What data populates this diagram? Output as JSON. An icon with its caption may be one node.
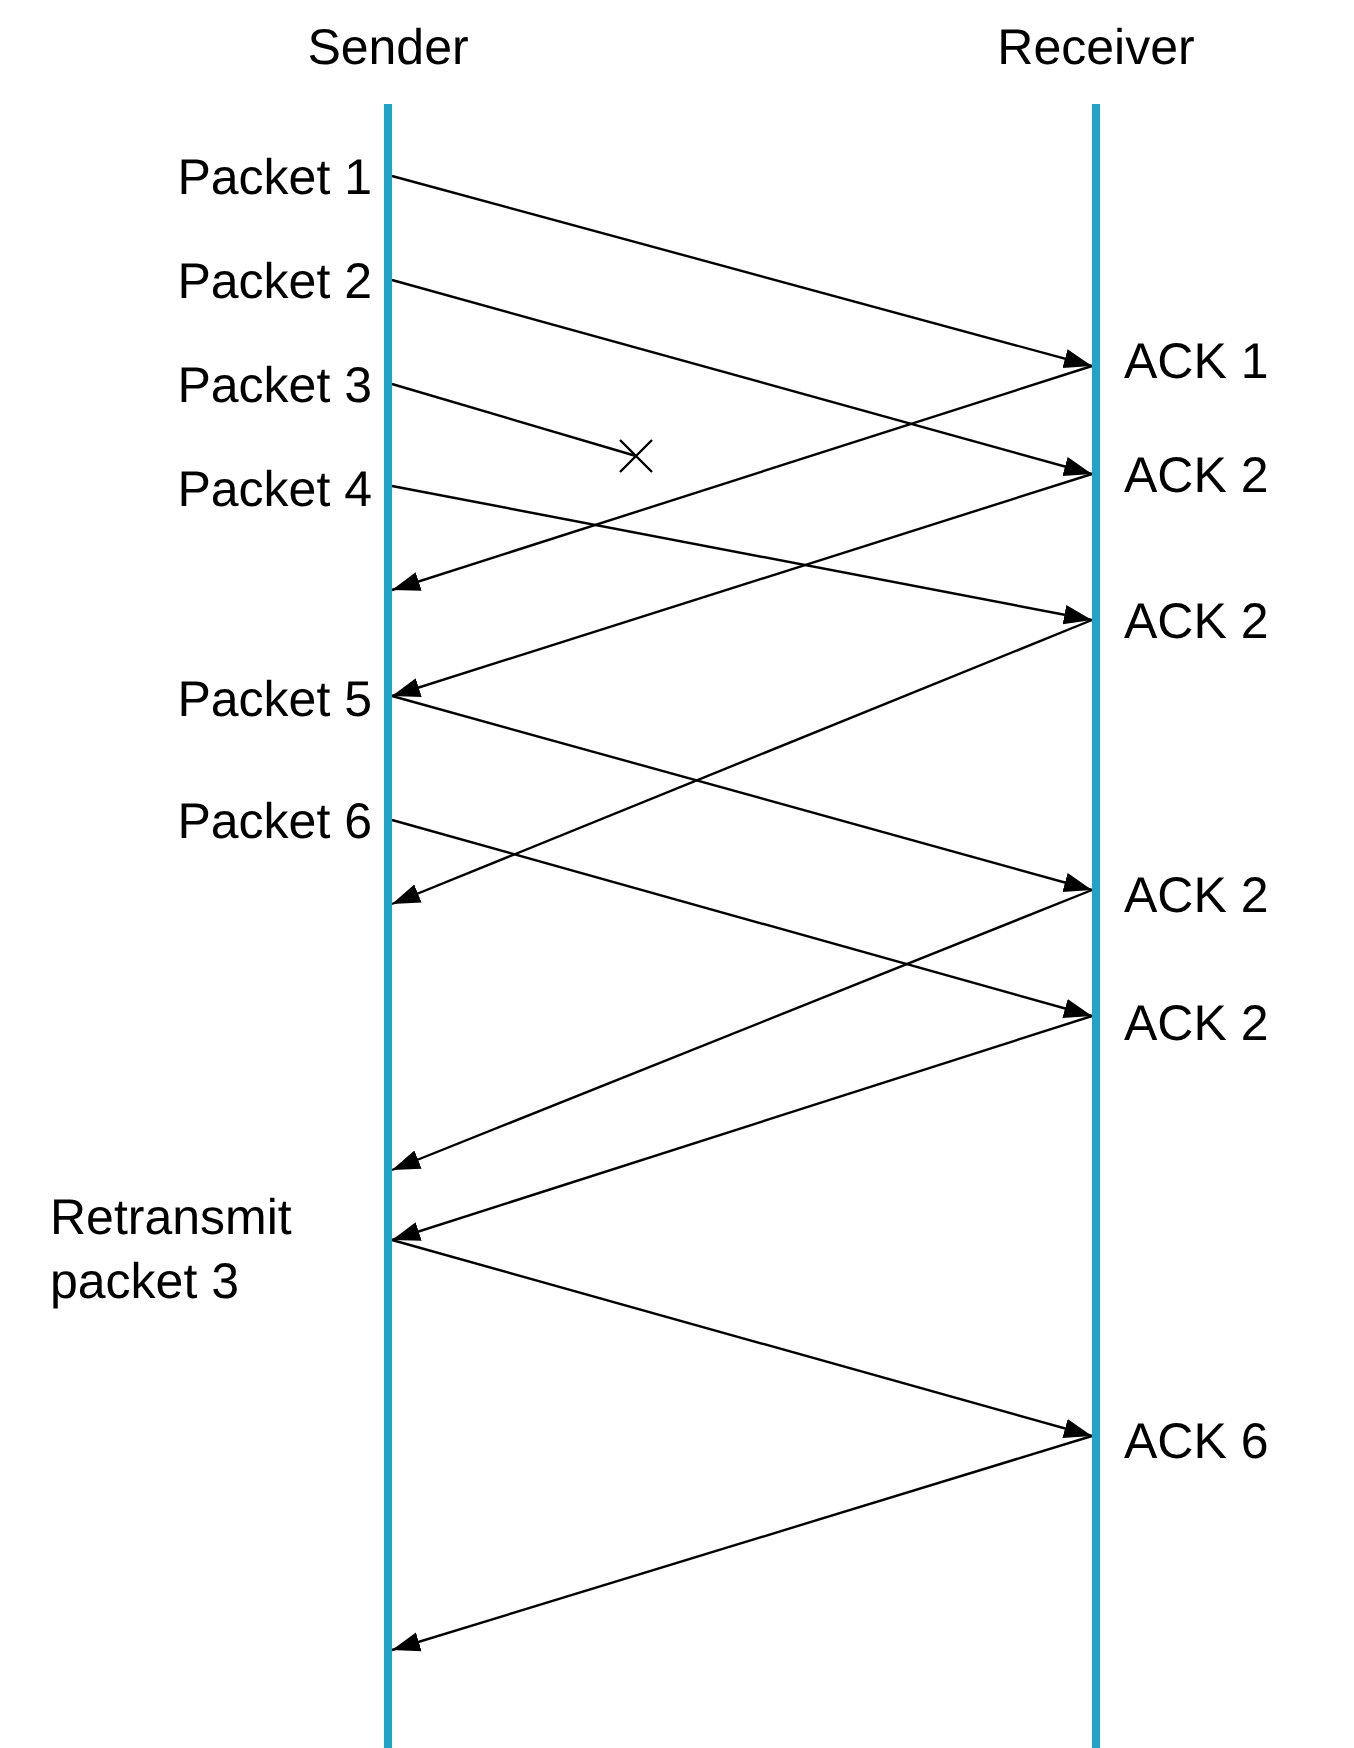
{
  "diagram": {
    "nodes": [
      {
        "text": [
          "Sender"
        ]
      },
      {
        "text": [
          "Receiver"
        ]
      }
    ],
    "edges": [
      {
        "from": 0,
        "to": 1,
        "arrow": "to"
      },
      {
        "from": 0,
        "to": 1,
        "arrow": "to"
      },
      {
        "from": 0,
        "to": null,
        "arrow": "none"
      },
      {
        "from": 1,
        "to": 0,
        "arrow": "to"
      },
      {
        "from": 0,
        "to": 1,
        "arrow": "to"
      },
      {
        "from": 1,
        "to": 0,
        "arrow": "to"
      },
      {
        "from": 0,
        "to": 1,
        "arrow": "to"
      },
      {
        "from": 1,
        "to": 0,
        "arrow": "to"
      },
      {
        "from": 0,
        "to": 1,
        "arrow": "to"
      },
      {
        "from": 1,
        "to": 0,
        "arrow": "to"
      },
      {
        "from": 1,
        "to": 0,
        "arrow": "to"
      },
      {
        "from": 0,
        "to": 1,
        "arrow": "to"
      },
      {
        "from": 1,
        "to": 0,
        "arrow": "to"
      }
    ],
    "labels": [
      "Packet 1",
      "Packet 2",
      "ACK 1",
      "Packet 3",
      "ACK 2",
      "Packet 4",
      "Packet 5",
      "ACK 2",
      "Packet 6",
      "ACK 2",
      "ACK 2",
      "Retransmit packet 3",
      "ACK 6"
    ]
  }
}
